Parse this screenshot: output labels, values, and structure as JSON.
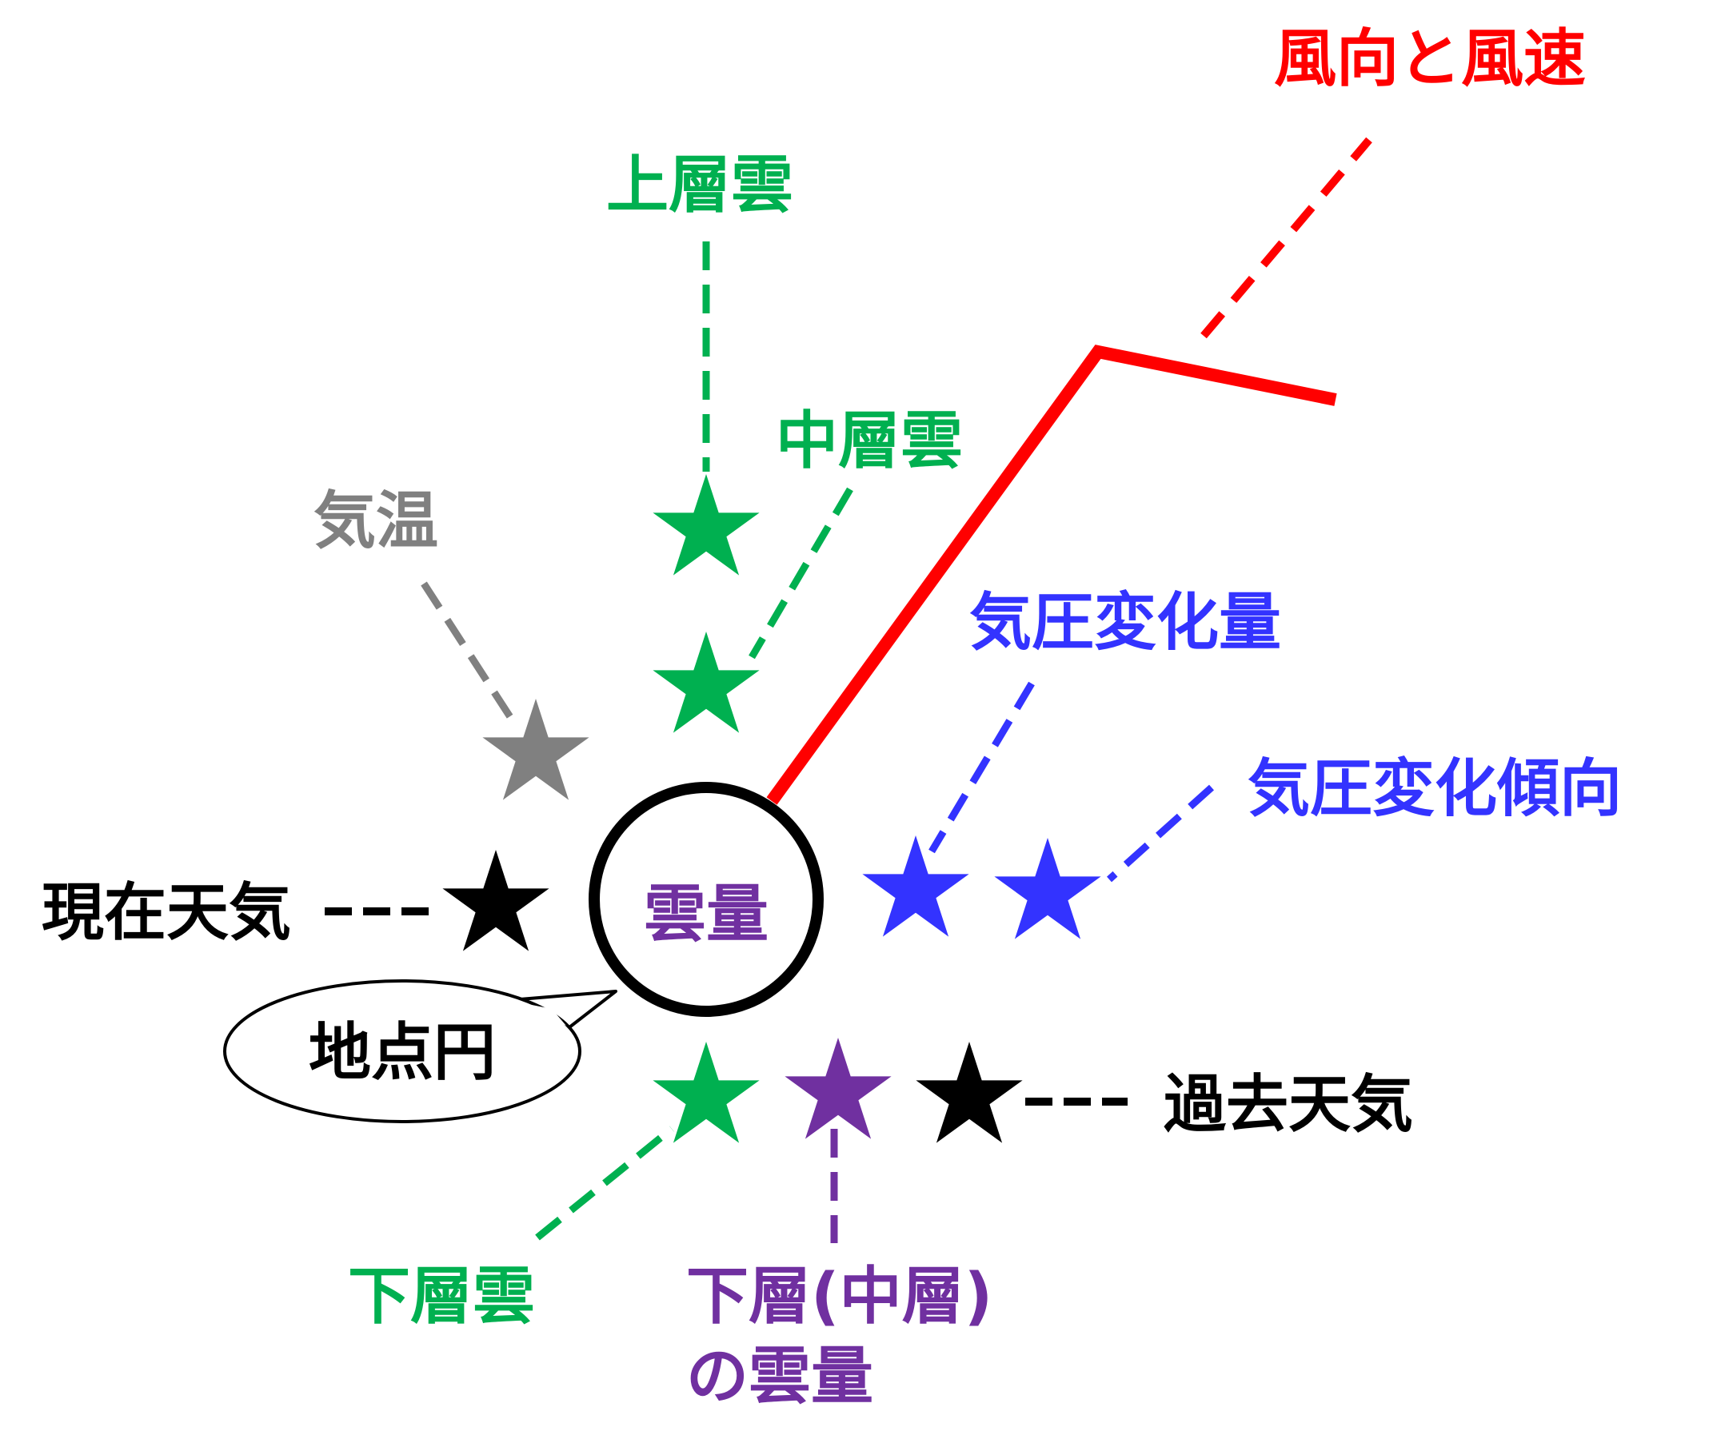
{
  "colors": {
    "red": "#ff0000",
    "green": "#00b050",
    "gray": "#808080",
    "blue": "#3333ff",
    "purple": "#7030a0",
    "black": "#000000"
  },
  "labels": {
    "wind": "風向と風速",
    "high_cloud": "上層雲",
    "middle_cloud": "中層雲",
    "temperature": "気温",
    "pressure_change_amount": "気圧変化量",
    "pressure_tendency": "気圧変化傾向",
    "present_weather": "現在天気",
    "cloud_amount": "雲量",
    "station_circle": "地点円",
    "past_weather": "過去天気",
    "low_cloud": "下層雲",
    "low_cloud_amount_line1": "下層(中層)",
    "low_cloud_amount_line2": "の雲量"
  }
}
